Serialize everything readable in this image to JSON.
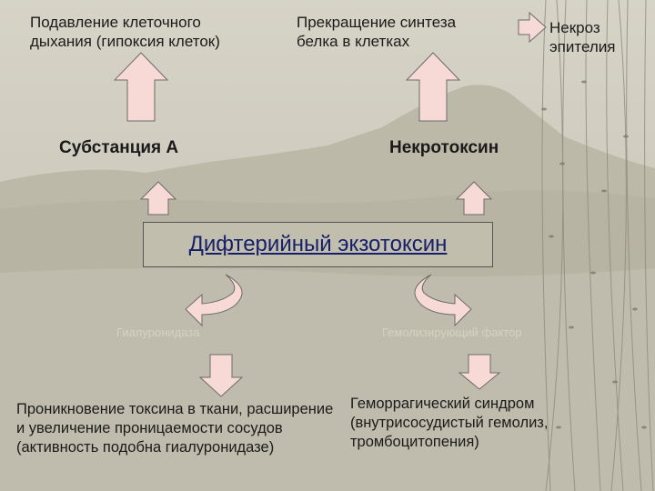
{
  "nodes": {
    "respiration": "Подавление клеточного дыхания (гипоксия клеток)",
    "protein_synthesis": "Прекращение синтеза белка в клетках",
    "necrosis": "Некроз эпителия",
    "substance_a": "Субстанция А",
    "necrotoxin": "Некротоксин",
    "exotoxin": "Дифтерийный экзотоксин",
    "faint_left": "Гиалуронидаза",
    "faint_right": "Гемолизирующий фактор",
    "penetration": "Проникновение токсина в ткани, расширение и увеличение проницаемости сосудов (активность подобна гиалуронидазе)",
    "hemorrhagic": "Геморрагический синдром (внутрисосудистый гемолиз, тромбоцитопения)"
  },
  "colors": {
    "arrow_fill": "#f7d9d5",
    "arrow_stroke": "#6b6b6b",
    "background": "#c9c6b8"
  }
}
